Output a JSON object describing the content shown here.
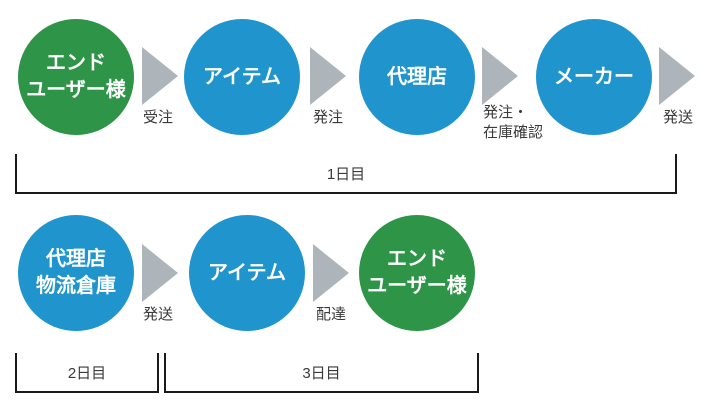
{
  "colors": {
    "node_green": "#2e9447",
    "node_blue": "#2094cd",
    "arrow_gray": "#adb5bb",
    "label_text": "#3a3a3a",
    "bracket_line": "#1a1a1a"
  },
  "row1": {
    "nodes": [
      {
        "label": "エンド\nユーザー様",
        "color": "green"
      },
      {
        "label": "アイテム",
        "color": "blue"
      },
      {
        "label": "代理店",
        "color": "blue"
      },
      {
        "label": "メーカー",
        "color": "blue"
      }
    ],
    "arrows": [
      {
        "label": "受注"
      },
      {
        "label": "発注"
      },
      {
        "label": "発注・\n在庫確認"
      },
      {
        "label": "発送"
      }
    ],
    "day": "1日目"
  },
  "row2": {
    "nodes": [
      {
        "label": "代理店\n物流倉庫",
        "color": "blue"
      },
      {
        "label": "アイテム",
        "color": "blue"
      },
      {
        "label": "エンド\nユーザー様",
        "color": "green"
      }
    ],
    "arrows": [
      {
        "label": "発送"
      },
      {
        "label": "配達"
      }
    ],
    "days": [
      "2日目",
      "3日目"
    ]
  }
}
